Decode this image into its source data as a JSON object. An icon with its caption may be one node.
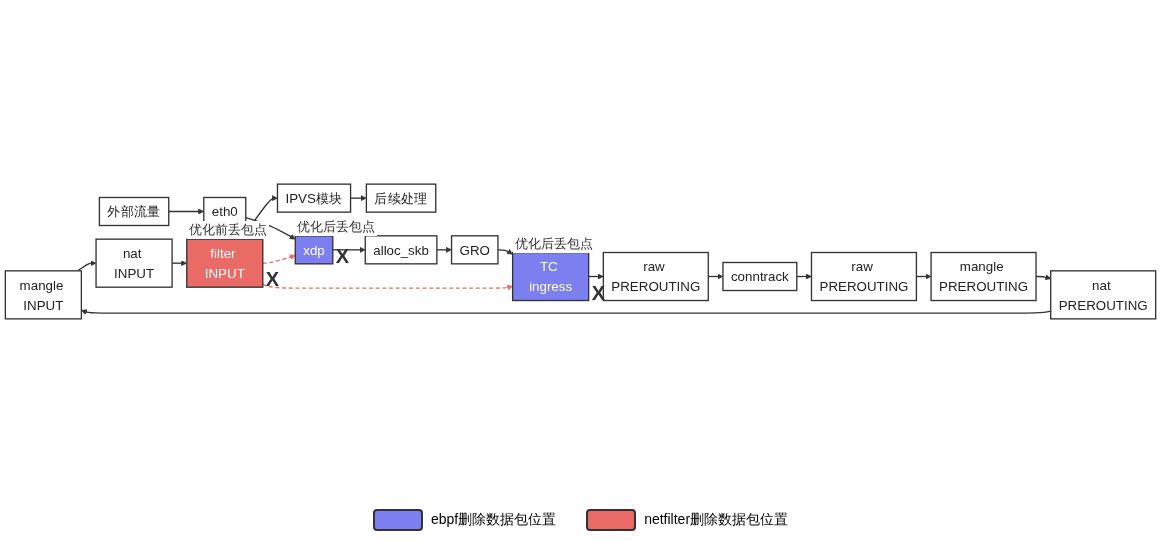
{
  "diagram": {
    "nodes": [
      {
        "text": [
          "mangle INPUT"
        ]
      },
      {
        "text": [
          "nat INPUT"
        ]
      },
      {
        "text": [
          "filter INPUT"
        ],
        "beside": [
          "优化前丢包点",
          "X"
        ]
      },
      {
        "text": [
          "IPVS模块"
        ]
      },
      {
        "text": [
          "后续处理"
        ]
      },
      {
        "text": [
          "nat PREROUTING"
        ]
      },
      {
        "text": [
          "mangle PREROUTING"
        ]
      },
      {
        "text": [
          "raw PREROUTING"
        ]
      },
      {
        "text": [
          "conntrack"
        ]
      },
      {
        "text": [
          "xdp"
        ],
        "beside": [
          "优化后丢包点",
          "X"
        ]
      },
      {
        "text": [
          "alloc_skb"
        ]
      },
      {
        "text": [
          "GRO"
        ]
      },
      {
        "text": [
          "TC ingress"
        ],
        "beside": [
          "优化后丢包点",
          "X"
        ]
      },
      {
        "text": [
          "raw PREROUTING"
        ]
      },
      {
        "text": [
          "eth0"
        ]
      },
      {
        "text": [
          "外部流量"
        ]
      }
    ],
    "edges": [
      {
        "from": 15,
        "to": 14,
        "arrow": "to"
      },
      {
        "from": 14,
        "to": 9,
        "arrow": "to"
      },
      {
        "from": 9,
        "to": 10,
        "arrow": "to"
      },
      {
        "from": 10,
        "to": 11,
        "arrow": "to"
      },
      {
        "from": 11,
        "to": 12,
        "arrow": "to"
      },
      {
        "from": 12,
        "to": 13,
        "arrow": "to"
      },
      {
        "from": 13,
        "to": 8,
        "arrow": "to"
      },
      {
        "from": 8,
        "to": 7,
        "arrow": "to"
      },
      {
        "from": 7,
        "to": 6,
        "arrow": "to"
      },
      {
        "from": 6,
        "to": 5,
        "arrow": "to"
      },
      {
        "from": 5,
        "to": 0,
        "arrow": "to"
      },
      {
        "from": 0,
        "to": 1,
        "arrow": "to"
      },
      {
        "from": 1,
        "to": 2,
        "arrow": "to"
      },
      {
        "from": 2,
        "to": 3,
        "arrow": "to"
      },
      {
        "from": 3,
        "to": 4,
        "arrow": "to"
      },
      {
        "from": 2,
        "to": 9,
        "arrow": "to",
        "style": "dashed",
        "color": "#ea6b66"
      },
      {
        "from": 2,
        "to": 12,
        "arrow": "to",
        "style": "dashed",
        "color": "#ea6b66"
      }
    ],
    "legend": [
      {
        "text": "ebpf删除数据包位置",
        "color": "#7b7fef"
      },
      {
        "text": "netfilter删除数据包位置",
        "color": "#ea6b66"
      }
    ]
  }
}
